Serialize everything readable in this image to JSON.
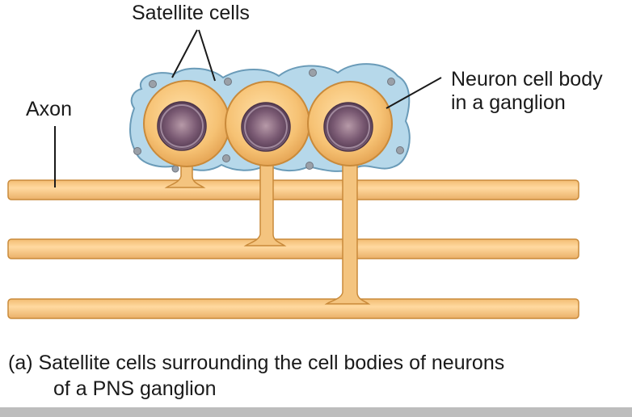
{
  "labels": {
    "satellite_cells": "Satellite cells",
    "axon": "Axon",
    "neuron_line1": "Neuron cell body",
    "neuron_line2": "in a ganglion"
  },
  "caption": {
    "line1": "(a)  Satellite cells surrounding the cell bodies of neurons",
    "line2": "of a PNS ganglion"
  },
  "colors": {
    "axon_fill": "#f4c47f",
    "axon_edge": "#c98a3a",
    "satellite_fill": "#b6d8ea",
    "satellite_edge": "#6a9bb8",
    "satellite_nucleus": "#9aa0a8",
    "nucleus_fill": "#7d5f78",
    "nucleus_ring": "#a98ca6",
    "footer": "#bdbdbd"
  }
}
